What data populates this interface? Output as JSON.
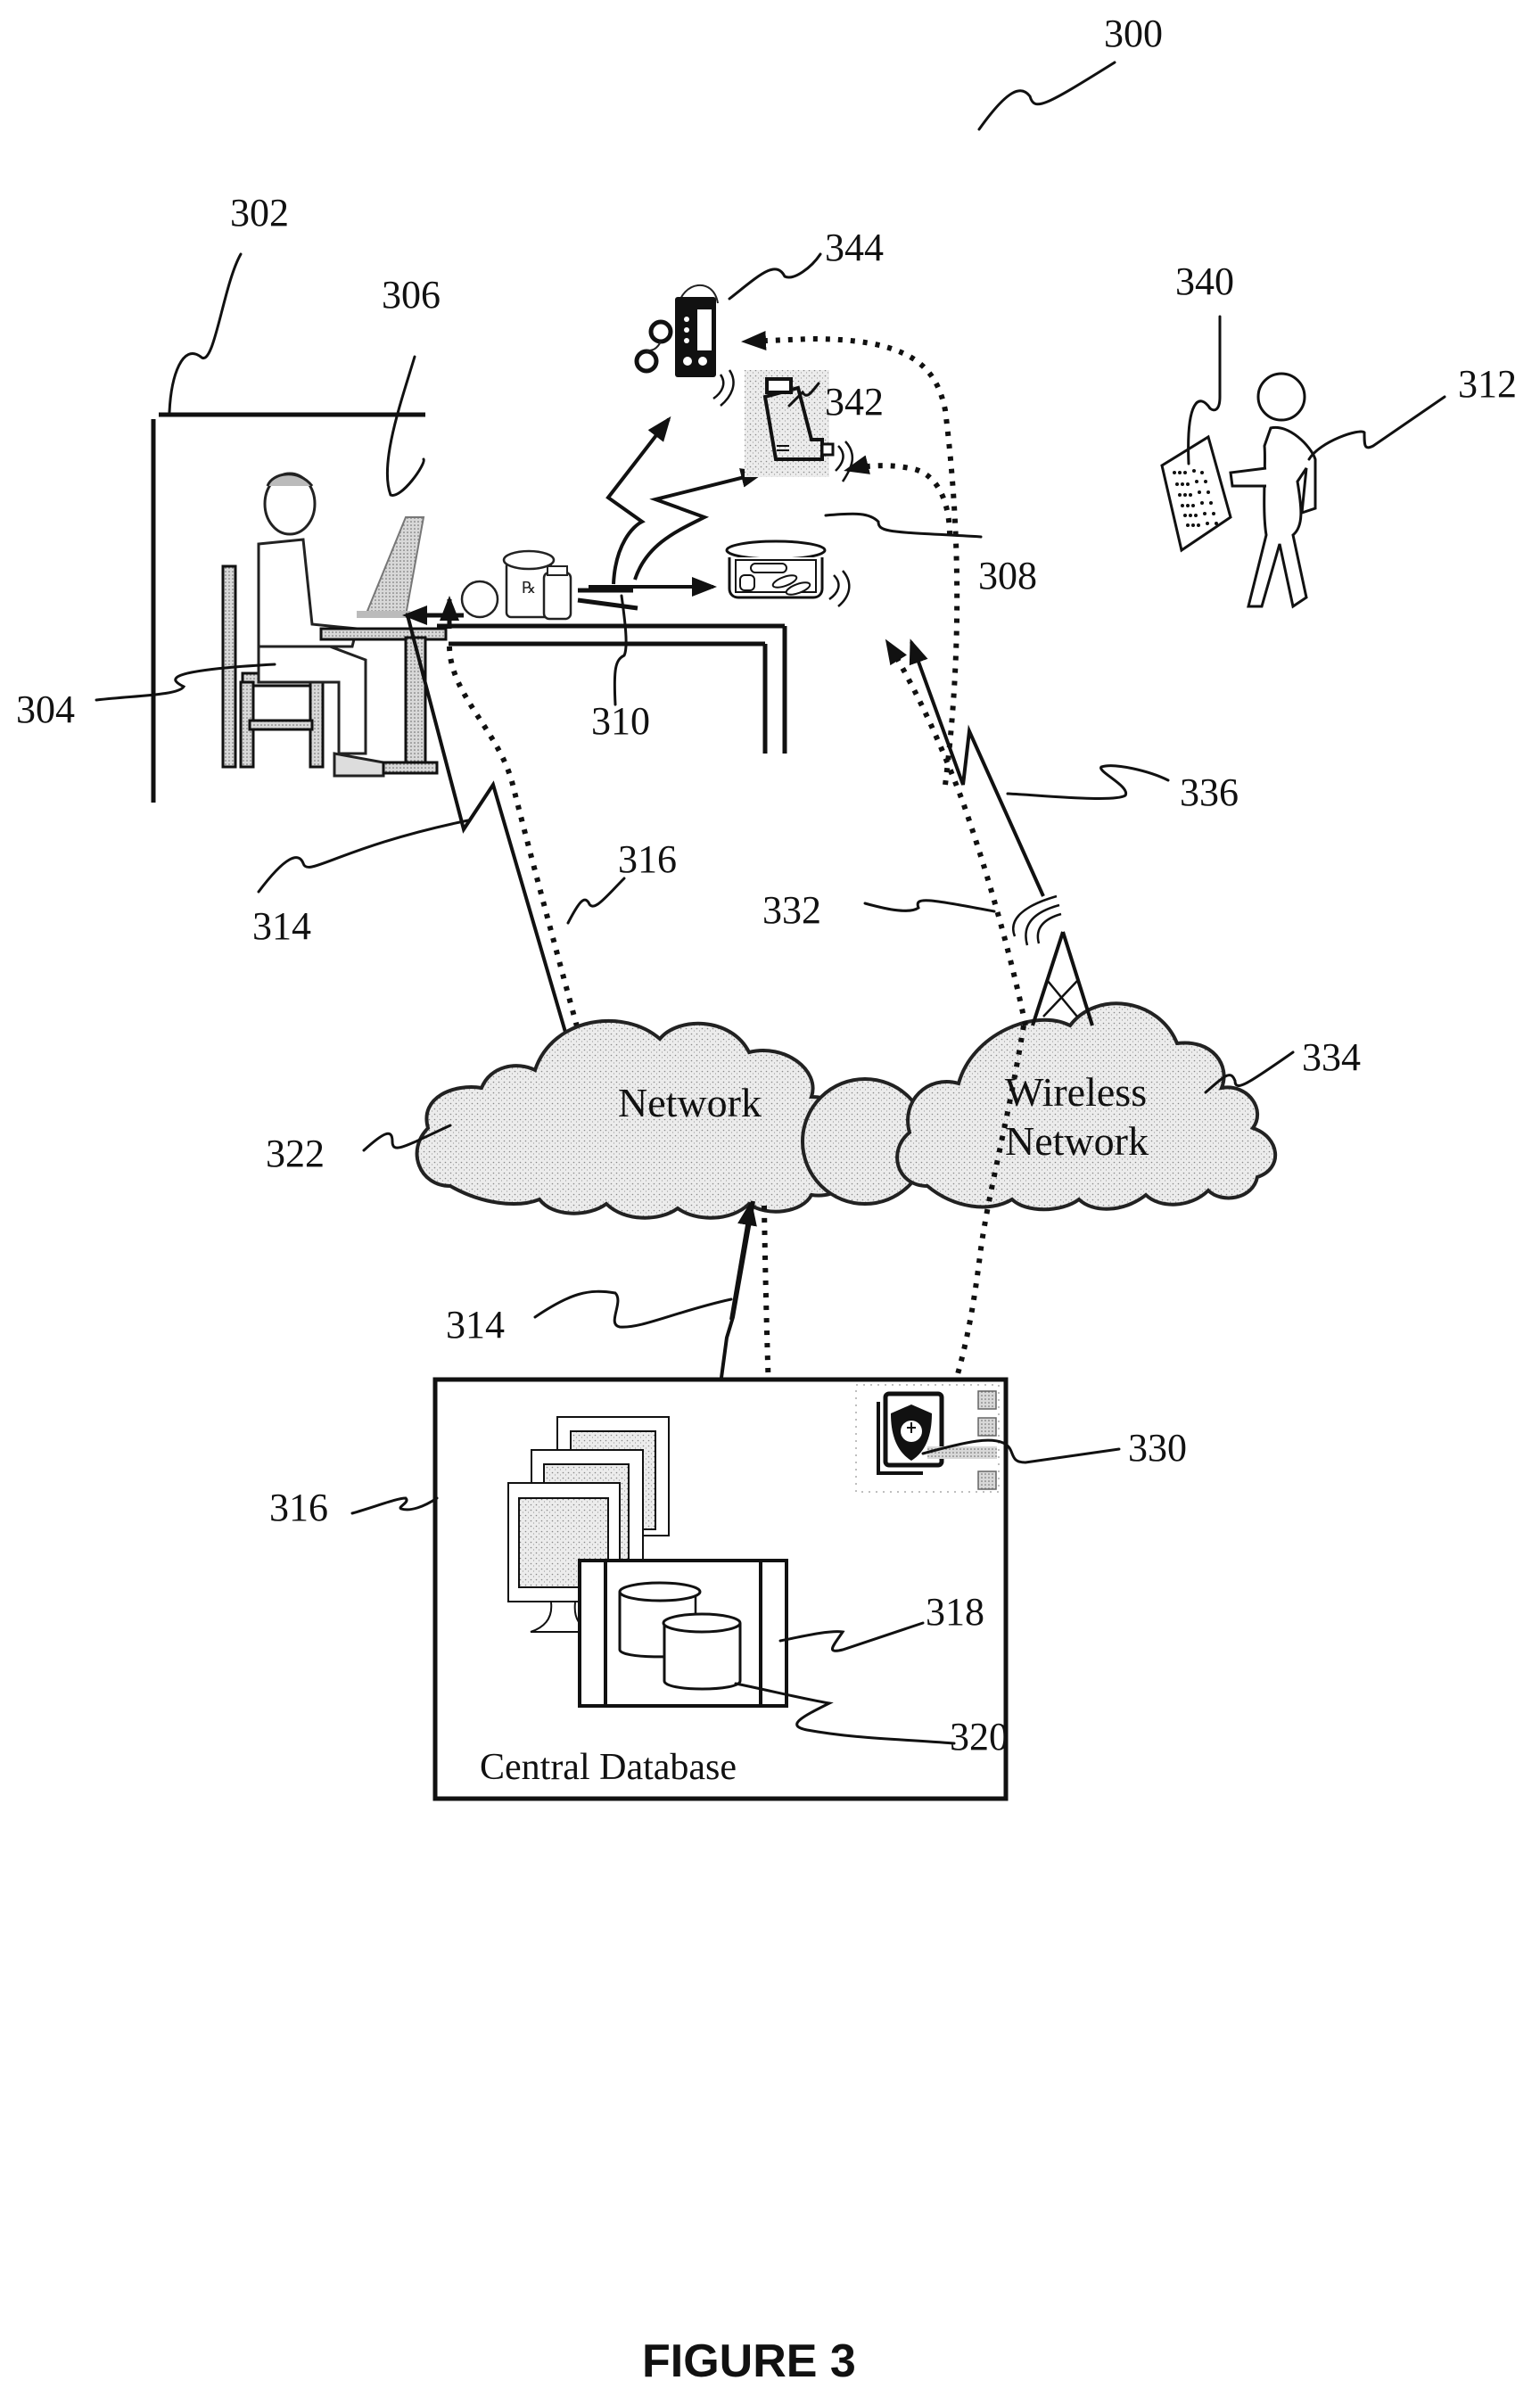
{
  "figure": {
    "title": "FIGURE 3",
    "system_ref": "300"
  },
  "refs": {
    "facility": "302",
    "user": "304",
    "computer": "306",
    "pill_container": "308",
    "medication_items": "310",
    "remote_patient": "312",
    "wired_link": "314",
    "wired_link_lower": "314",
    "secure_link": "316",
    "central_system": "316",
    "server": "318",
    "database": "320",
    "network": "322",
    "security_module": "330",
    "wireless_signal": "332",
    "wireless_network": "334",
    "wireless_link": "336",
    "document": "340",
    "inhaler": "342",
    "insulin_pump": "344"
  },
  "labels": {
    "network": "Network",
    "wireless_line1": "Wireless",
    "wireless_line2": "Network",
    "central_database": "Central Database"
  },
  "icons": {
    "person_at_desk": "person-at-computer-icon",
    "pill_bottles": "pill-bottles-icon",
    "insulin_pump": "insulin-pump-icon",
    "inhaler": "inhaler-icon",
    "pill_organizer": "pill-organizer-icon",
    "walking_person": "walking-person-icon",
    "document": "document-icon",
    "cell_tower": "cell-tower-icon",
    "monitors": "monitor-stack-icon",
    "database_cylinders": "database-icon",
    "shield_medical": "shield-medical-icon"
  }
}
